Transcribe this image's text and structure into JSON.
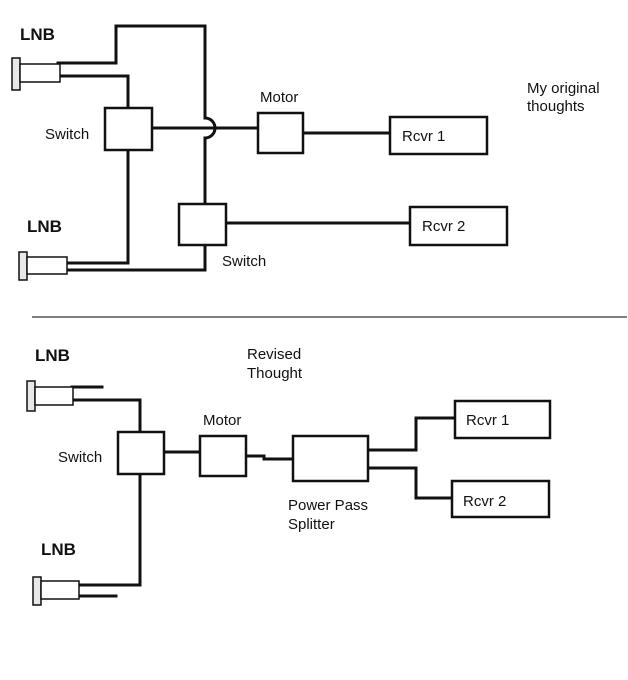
{
  "top": {
    "lnb1_label": "LNB",
    "lnb2_label": "LNB",
    "switch1_label": "Switch",
    "switch2_label": "Switch",
    "motor_label": "Motor",
    "rcvr1_label": "Rcvr 1",
    "rcvr2_label": "Rcvr 2",
    "note_line1": "My original",
    "note_line2": "thoughts"
  },
  "bottom": {
    "lnb1_label": "LNB",
    "lnb2_label": "LNB",
    "switch_label": "Switch",
    "motor_label": "Motor",
    "splitter_line1": "Power Pass",
    "splitter_line2": "Splitter",
    "rcvr1_label": "Rcvr 1",
    "rcvr2_label": "Rcvr 2",
    "note_line1": "Revised",
    "note_line2": "Thought"
  }
}
